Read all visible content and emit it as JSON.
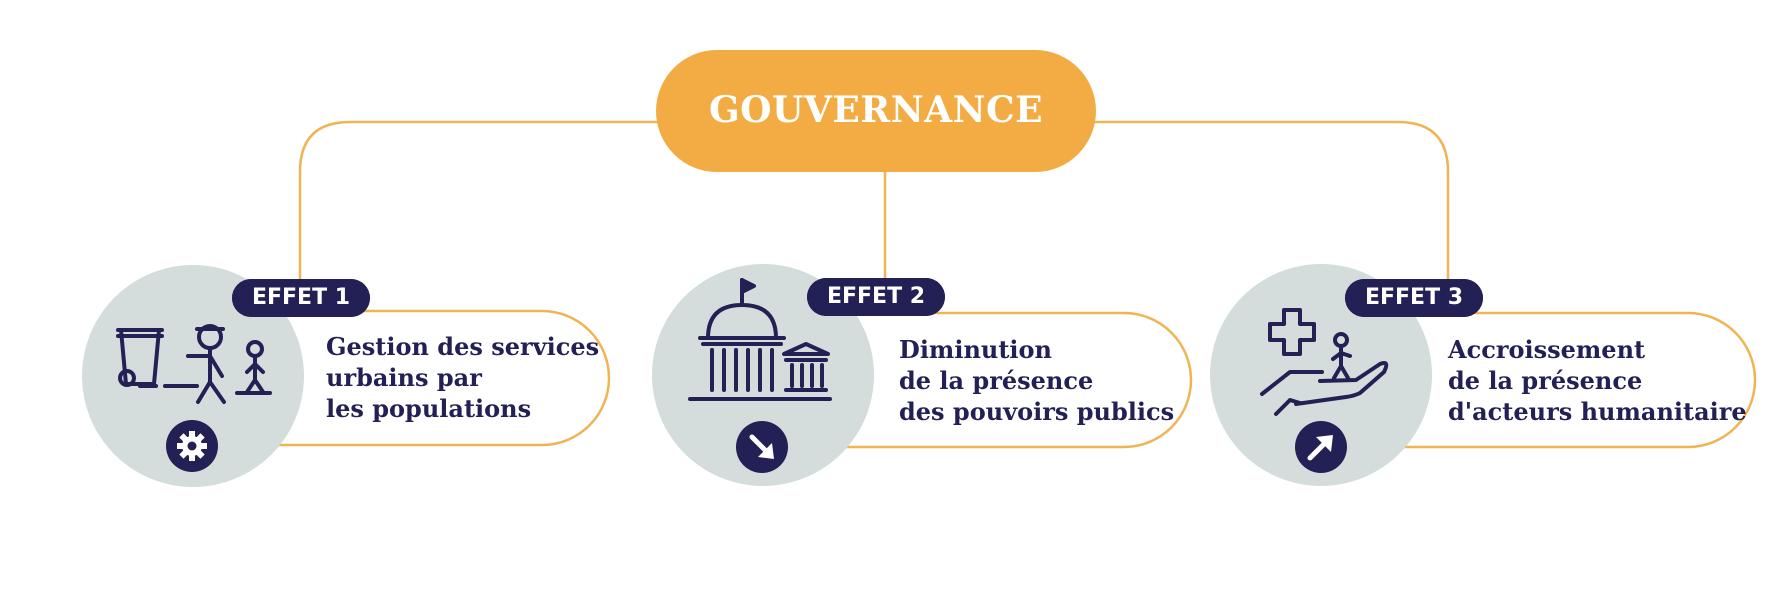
{
  "title": "GOUVERNANCE",
  "effects": [
    {
      "badge": "EFFET 1",
      "lines": [
        "Gestion des services",
        "urbains par",
        "les populations"
      ],
      "status_icon": "gear-icon",
      "illustration": "waste-collection-icon"
    },
    {
      "badge": "EFFET 2",
      "lines": [
        "Diminution",
        "de la présence",
        "des pouvoirs publics"
      ],
      "status_icon": "arrow-down-right-icon",
      "illustration": "government-building-icon"
    },
    {
      "badge": "EFFET 3",
      "lines": [
        "Accroissement",
        "de la présence",
        "d'acteurs humanitaire"
      ],
      "status_icon": "arrow-up-right-icon",
      "illustration": "humanitarian-aid-icon"
    }
  ],
  "colors": {
    "accent": "#F2AC43",
    "connector": "#F0B453",
    "navy": "#232055",
    "circle": "#D4DDDC",
    "title_text": "#FFFFFF"
  }
}
